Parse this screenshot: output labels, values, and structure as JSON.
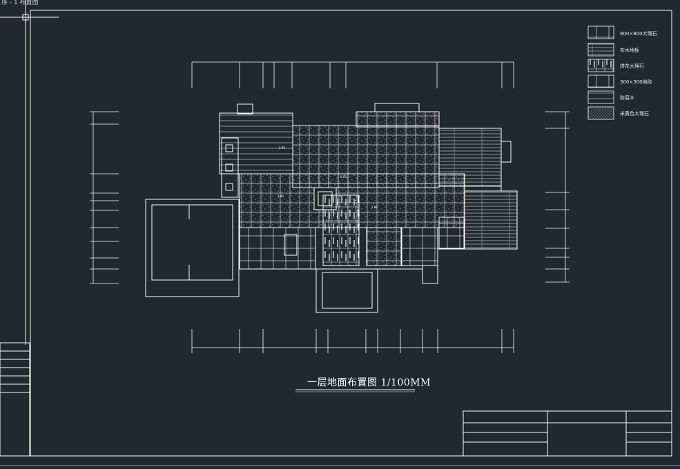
{
  "window": {
    "tab_label": "序 - 1 布置图"
  },
  "drawing": {
    "title": "一层地面布置图 1/100MM",
    "line_color": "#ffffff",
    "background": "#212830"
  },
  "legend": {
    "items": [
      {
        "label": "800×800大理石",
        "pattern": "grid-speckle"
      },
      {
        "label": "实木地板",
        "pattern": "wood-lines"
      },
      {
        "label": "拼花大理石",
        "pattern": "grid-mixed"
      },
      {
        "label": "300×300地砖",
        "pattern": "grid-plain"
      },
      {
        "label": "防腐木",
        "pattern": "horizontal-planks"
      },
      {
        "label": "米黄色大理石",
        "pattern": "dense-speckle"
      }
    ]
  }
}
